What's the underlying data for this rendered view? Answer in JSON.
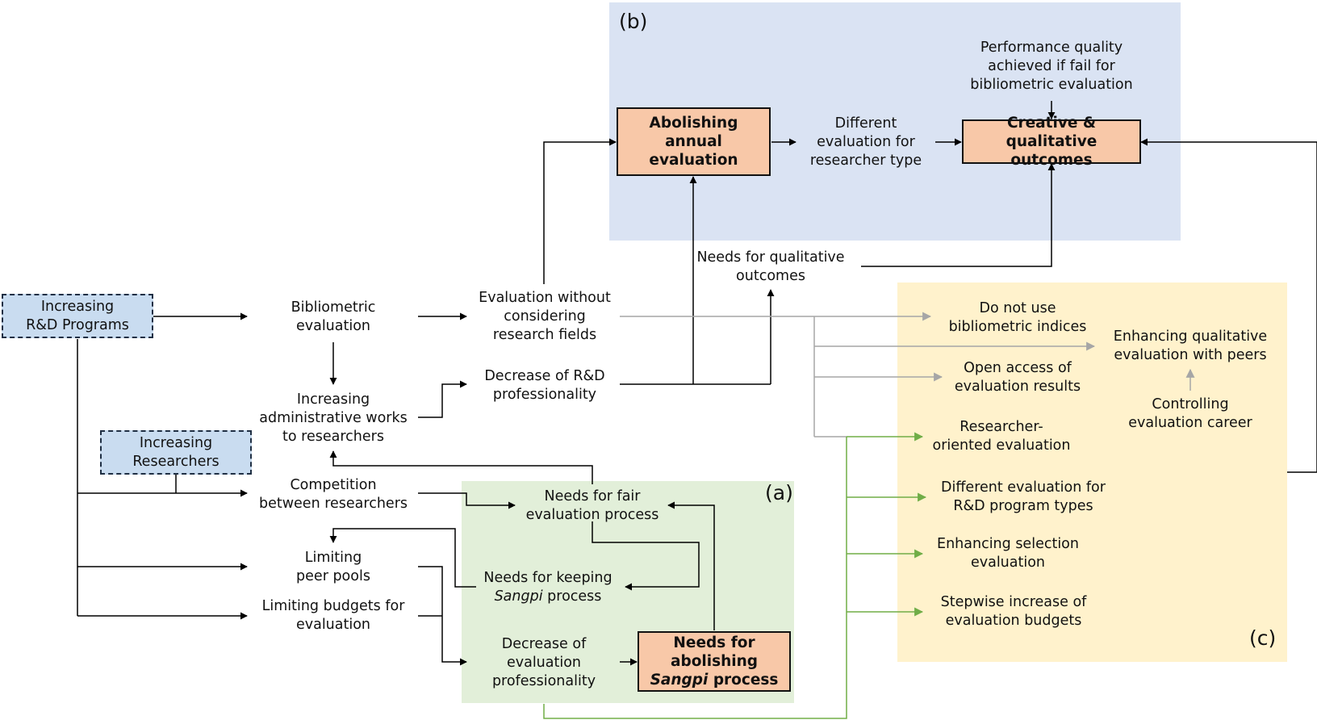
{
  "region_labels": {
    "a": "(a)",
    "b": "(b)",
    "c": "(c)"
  },
  "nodes": {
    "increasing_rd_programs": "Increasing\nR&D Programs",
    "increasing_researchers": "Increasing\nResearchers",
    "bibliometric_evaluation": "Bibliometric\nevaluation",
    "evaluation_without_fields": "Evaluation without\nconsidering\nresearch fields",
    "increasing_admin_works": "Increasing\nadministrative works\nto researchers",
    "decrease_rd_professionality": "Decrease of R&D\nprofessionality",
    "competition_researchers": "Competition\nbetween researchers",
    "limiting_peer_pools": "Limiting\npeer pools",
    "limiting_budgets": "Limiting budgets for\nevaluation",
    "needs_fair_process": "Needs for fair\nevaluation process",
    "needs_keeping_sangpi_1": "Needs for keeping",
    "needs_keeping_sangpi_2a": "Sangpi",
    "needs_keeping_sangpi_2b": " process",
    "decrease_eval_professionality": "Decrease of\nevaluation\nprofessionality",
    "needs_abolishing_sangpi_1": "Needs for\nabolishing",
    "needs_abolishing_sangpi_2a": "Sangpi",
    "needs_abolishing_sangpi_2b": " process",
    "abolishing_annual": "Abolishing\nannual\nevaluation",
    "different_eval_researcher_type": "Different\nevaluation for\nresearcher type",
    "creative_outcomes": "Creative &\nqualitative outcomes",
    "performance_quality": "Performance quality\nachieved if fail for\nbibliometric evaluation",
    "needs_qualitative_outcomes": "Needs for qualitative\noutcomes",
    "do_not_use_indices": "Do not use\nbibliometric indices",
    "open_access_results": "Open access of\nevaluation results",
    "researcher_oriented": "Researcher-\noriented evaluation",
    "different_eval_program_types": "Different evaluation for\nR&D program types",
    "enhancing_selection": "Enhancing selection\nevaluation",
    "stepwise_budgets": "Stepwise increase of\nevaluation budgets",
    "enhancing_qualitative_peers": "Enhancing qualitative\nevaluation with peers",
    "controlling_career": "Controlling\nevaluation career"
  },
  "colors": {
    "region_b": "#dae3f3",
    "region_a": "#e2efd9",
    "region_c": "#fff2cc",
    "highlight_box": "#f8c8a8",
    "cause_box": "#c9dcf0",
    "arrow_black": "#000000",
    "arrow_gray": "#a6a6a6",
    "arrow_green": "#70ad47"
  }
}
